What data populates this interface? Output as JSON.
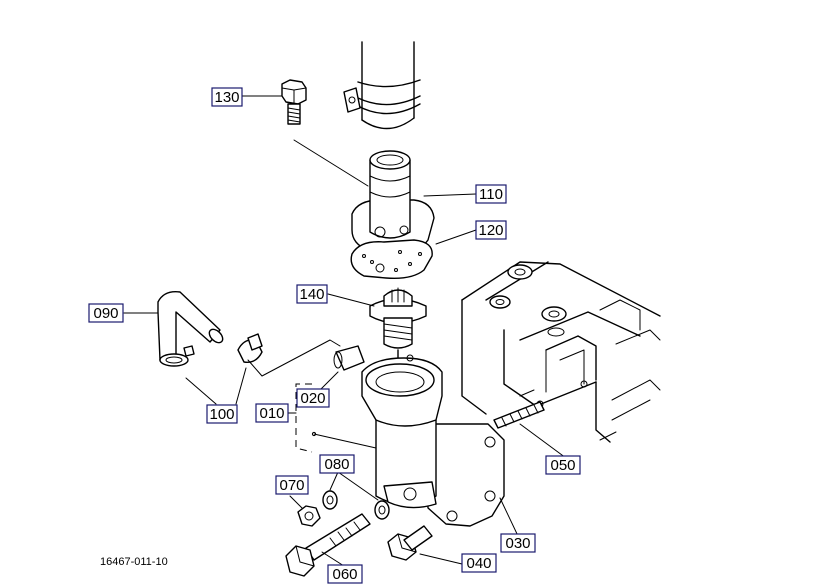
{
  "diagram": {
    "drawing_number": "16467-011-10",
    "labels": {
      "l130": "130",
      "l110": "110",
      "l120": "120",
      "l140": "140",
      "l090": "090",
      "l100": "100",
      "l010": "010",
      "l020": "020",
      "l050": "050",
      "l080": "080",
      "l070": "070",
      "l030": "030",
      "l060": "060",
      "l040": "040"
    }
  }
}
